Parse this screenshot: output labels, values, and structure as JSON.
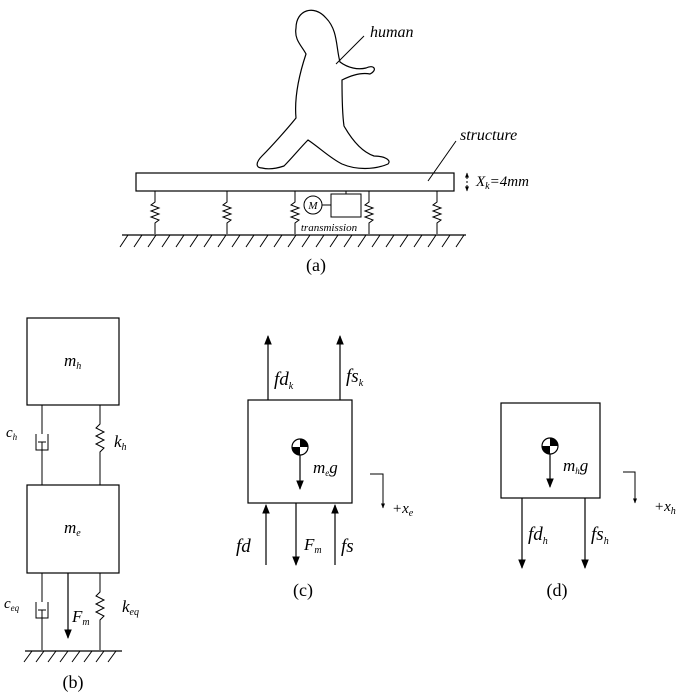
{
  "panel_a": {
    "label": "(a)",
    "human": "human",
    "structure": "structure",
    "motor": "M",
    "transmission": "transmission",
    "disp_symbol": "X",
    "disp_sub": "k",
    "disp_value": "=4mm"
  },
  "panel_b": {
    "label": "(b)",
    "m_top": "m",
    "m_top_sub": "h",
    "m_bot": "m",
    "m_bot_sub": "e",
    "c_top": "c",
    "c_top_sub": "h",
    "k_top": "k",
    "k_top_sub": "h",
    "c_bot": "c",
    "c_bot_sub": "eq",
    "k_bot": "k",
    "k_bot_sub": "eq",
    "force": "F",
    "force_sub": "m"
  },
  "panel_c": {
    "label": "(c)",
    "fdk": "fd",
    "fdk_sub": "k",
    "fsk": "fs",
    "fsk_sub": "k",
    "weight": "m",
    "weight_sub": "e",
    "weight_g": "g",
    "dir": "+x",
    "dir_sub": "e",
    "fd": "fd",
    "fm": "F",
    "fm_sub": "m",
    "fs": "fs"
  },
  "panel_d": {
    "label": "(d)",
    "weight": "m",
    "weight_sub": "h",
    "weight_g": "g",
    "dir": "+x",
    "dir_sub": "h",
    "fdh": "fd",
    "fdh_sub": "h",
    "fsh": "fs",
    "fsh_sub": "h"
  }
}
